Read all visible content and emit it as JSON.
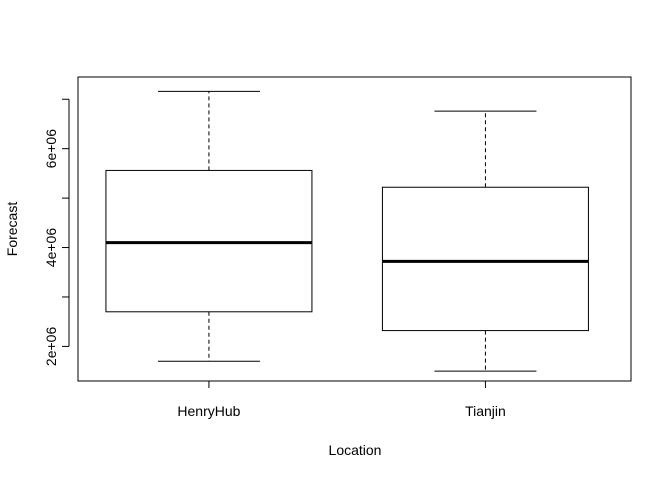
{
  "chart_data": {
    "type": "boxplot",
    "title": "",
    "xlabel": "Location",
    "ylabel": "Forecast",
    "categories": [
      "HenryHub",
      "Tianjin"
    ],
    "boxes": [
      {
        "name": "HenryHub",
        "min": 1700000,
        "q1": 2700000,
        "median": 4100000,
        "q3": 5560000,
        "max": 7160000
      },
      {
        "name": "Tianjin",
        "min": 1500000,
        "q1": 2320000,
        "median": 3720000,
        "q3": 5220000,
        "max": 6760000
      }
    ],
    "ylim": [
      1300000,
      7450000
    ],
    "y_ticks": [
      2000000,
      3000000,
      4000000,
      5000000,
      6000000,
      7000000
    ],
    "y_tick_labels": [
      "2e+06",
      "",
      "4e+06",
      "",
      "6e+06",
      ""
    ],
    "grid": false,
    "legend": "none"
  }
}
